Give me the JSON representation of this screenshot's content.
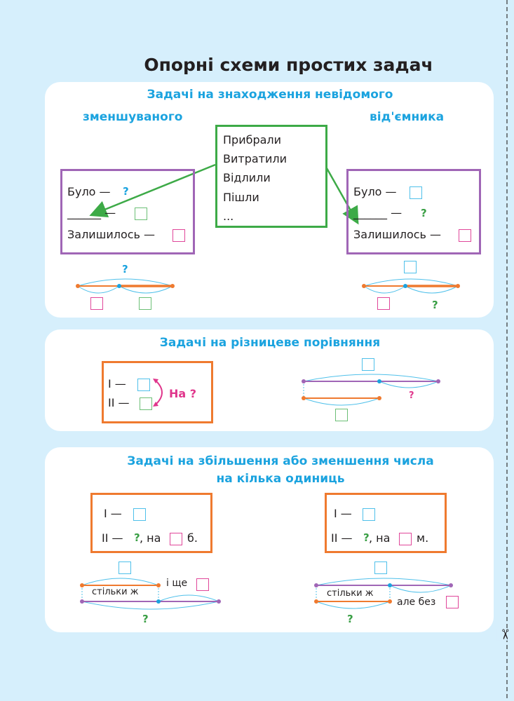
{
  "page_title": "Опорні схеми простих задач",
  "section1": {
    "title": "Задачі на знаходження невідомого",
    "left_label": "зменшуваного",
    "right_label": "від'ємника",
    "verbs": [
      "Прибрали",
      "Витратили",
      "Відлили",
      "Пішли",
      "..."
    ],
    "left": {
      "row1": "Було —",
      "row2": "______ —",
      "row3": "Залишилось —",
      "unknown": "?",
      "diagram_unknown": "?"
    },
    "right": {
      "row1": "Було —",
      "row2": "______ —",
      "row3": "Залишилось —",
      "unknown": "?",
      "diagram_unknown": "?"
    }
  },
  "section2": {
    "title": "Задачі на різницеве порівняння",
    "row1": "I —",
    "row2": "II —",
    "question": "На ?",
    "diagram_unknown": "?"
  },
  "section3": {
    "title_line1": "Задачі на збільшення або зменшення числа",
    "title_line2": "на кілька одиниць",
    "left": {
      "row1": "I —",
      "row2_prefix": "II —",
      "unknown": "?",
      "row2_mid": ", на",
      "row2_suffix": "б.",
      "same": "стільки ж",
      "more": "і ще",
      "diagram_unknown": "?"
    },
    "right": {
      "row1": "I —",
      "row2_prefix": "II —",
      "unknown": "?",
      "row2_mid": ", на",
      "row2_suffix": "м.",
      "same": "стільки ж",
      "less": "але без",
      "diagram_unknown": "?"
    }
  },
  "colors": {
    "background": "#d6effc",
    "title_blue": "#1ba3df",
    "purple": "#a066b6",
    "green": "#3daa47",
    "orange": "#ef7a2f",
    "magenta": "#e0368c",
    "cyan": "#4fc0ea"
  }
}
